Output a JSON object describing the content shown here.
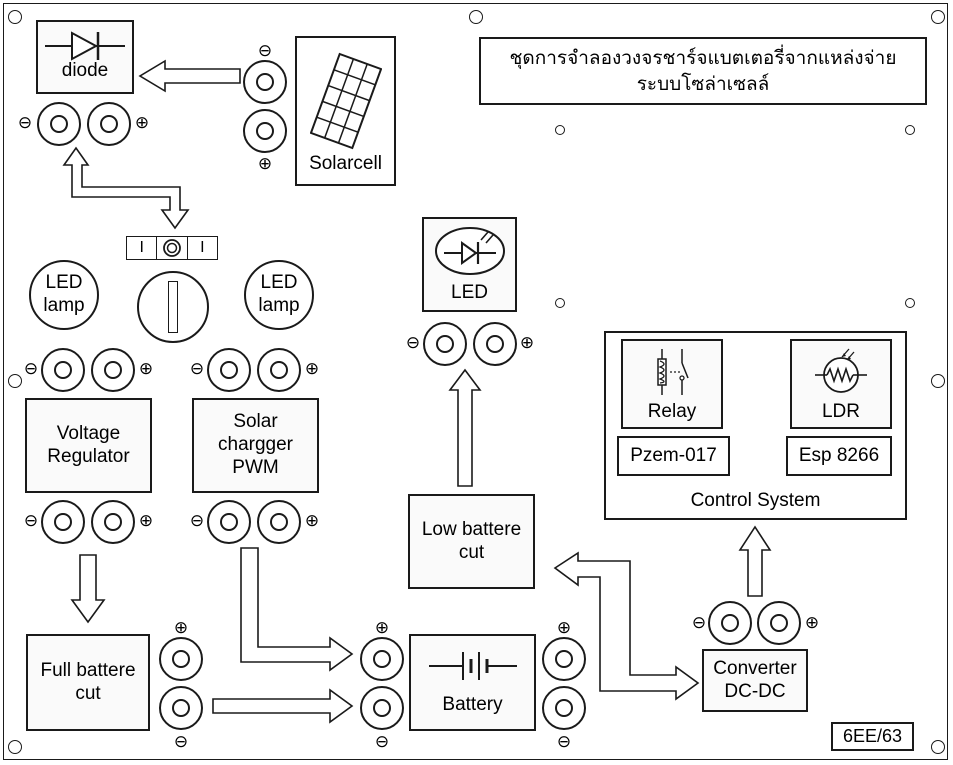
{
  "title": {
    "line1": "ชุดการจำลองวงจรชาร์จแบตเตอรี่จากแหล่งจ่าย",
    "line2": "ระบบโซล่าเซลล์"
  },
  "modules": {
    "diode": "diode",
    "solarcell": "Solarcell",
    "led_lamp_left": "LED\nlamp",
    "led_lamp_right": "LED\nlamp",
    "voltage_regulator": "Voltage\nRegulator",
    "solar_charger": "Solar\nchargger\nPWM",
    "led": "LED",
    "low_battery_cut": "Low battere\ncut",
    "full_battery_cut": "Full battere\ncut",
    "battery": "Battery",
    "converter": "Converter\nDC-DC",
    "relay": "Relay",
    "ldr": "LDR",
    "pzem": "Pzem-017",
    "esp": "Esp 8266",
    "control_system": "Control System"
  },
  "model_code": "6EE/63",
  "polarity": {
    "plus": "⊕",
    "minus": "⊖"
  },
  "switch_marks": {
    "left": "I",
    "right": "I"
  },
  "icons": [
    "diode-icon",
    "solar-panel-icon",
    "led-icon",
    "relay-icon",
    "ldr-icon",
    "battery-icon",
    "rotary-knob-icon",
    "flow-arrow-icon"
  ],
  "colors": {
    "line": "#1a1a1a",
    "background": "#ffffff",
    "box_fill": "#fafafa"
  }
}
